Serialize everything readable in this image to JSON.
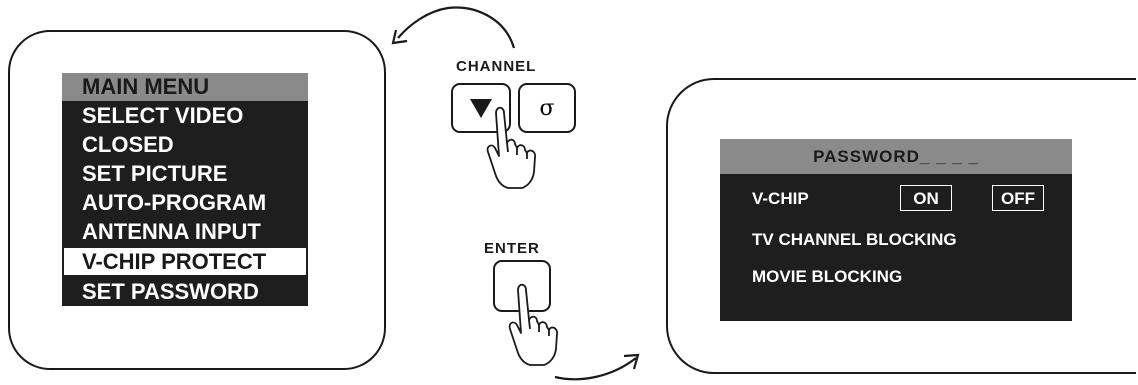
{
  "remote": {
    "channel_label": "CHANNEL",
    "down_key_icon": "down-triangle-icon",
    "up_key_glyph": "σ",
    "enter_label": "ENTER"
  },
  "main_menu": {
    "title": "MAIN MENU",
    "items": [
      {
        "label": "SELECT VIDEO",
        "selected": false
      },
      {
        "label": "CLOSED",
        "selected": false
      },
      {
        "label": "SET PICTURE",
        "selected": false
      },
      {
        "label": "AUTO-PROGRAM",
        "selected": false
      },
      {
        "label": "ANTENNA INPUT",
        "selected": false
      },
      {
        "label": "V-CHIP PROTECT",
        "selected": true
      },
      {
        "label": "SET PASSWORD",
        "selected": false
      }
    ]
  },
  "password_screen": {
    "header": "PASSWORD_ _ _ _",
    "vchip_label": "V-CHIP",
    "on_label": "ON",
    "off_label": "OFF",
    "tv_channel_blocking": "TV CHANNEL BLOCKING",
    "movie_blocking": "MOVIE BLOCKING"
  },
  "colors": {
    "menu_background": "#1e1e1e",
    "header_background": "#8a8a8a",
    "selected_background": "#ffffff"
  }
}
